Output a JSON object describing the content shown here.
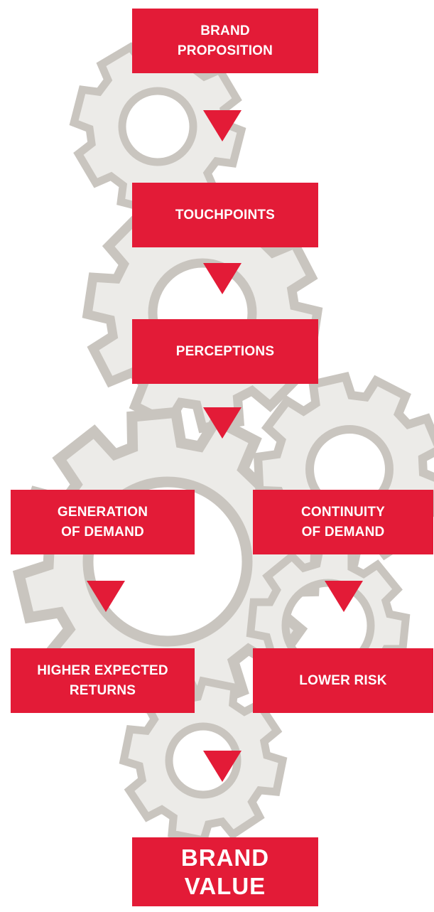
{
  "colors": {
    "box": "#e31b37",
    "box_text": "#ffffff",
    "gear_outline": "#c9c5bf",
    "gear_fill": "#ecebe8"
  },
  "steps": {
    "brand_proposition": [
      "BRAND",
      "PROPOSITION"
    ],
    "touchpoints": [
      "TOUCHPOINTS"
    ],
    "perceptions": [
      "PERCEPTIONS"
    ],
    "generation_of_demand": [
      "GENERATION",
      "OF DEMAND"
    ],
    "continuity_of_demand": [
      "CONTINUITY",
      "OF DEMAND"
    ],
    "higher_expected_returns": [
      "HIGHER EXPECTED",
      "RETURNS"
    ],
    "lower_risk": [
      "LOWER RISK"
    ],
    "brand_value": [
      "BRAND",
      "VALUE"
    ]
  },
  "icons": [
    "gear-icon",
    "down-arrow-icon"
  ]
}
